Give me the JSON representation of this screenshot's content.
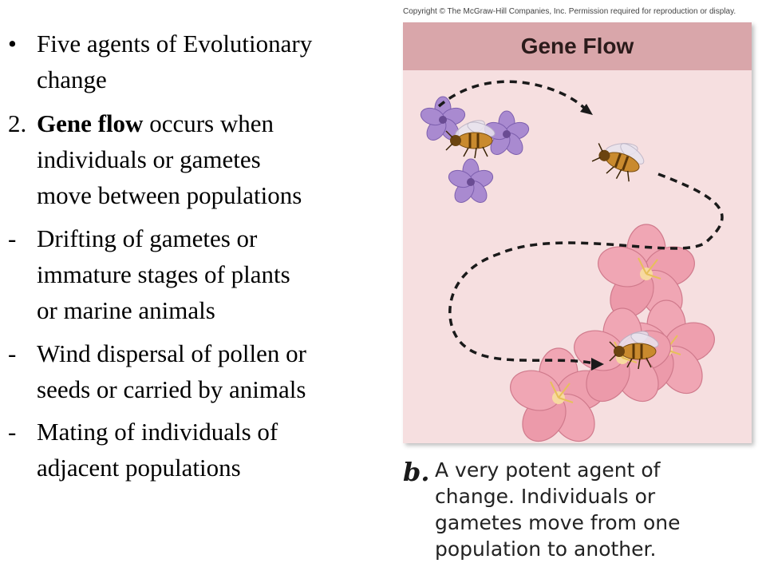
{
  "bullets": {
    "b1_marker": "•",
    "b1_line1": "Five agents of Evolutionary",
    "b1_line2": "change",
    "b2_marker": "2.",
    "b2_bold": "Gene flow",
    "b2_line1_rest": " occurs when",
    "b2_line2": "individuals or gametes",
    "b2_line3": "move between populations",
    "dash_marker": "-",
    "d1_line1": "Drifting of gametes or",
    "d1_line2": "immature stages of plants",
    "d1_line3": "or marine animals",
    "d2_line1": "Wind dispersal of pollen or",
    "d2_line2": "seeds or carried by animals",
    "d3_line1": "Mating of individuals of",
    "d3_line2": "adjacent populations"
  },
  "figure": {
    "copyright": "Copyright © The McGraw-Hill Companies, Inc. Permission required for reproduction or display.",
    "title": "Gene Flow",
    "caption_letter": "b.",
    "caption_lines": [
      "A very potent agent of",
      "change. Individuals or",
      "gametes move from one",
      "population to another."
    ],
    "colors": {
      "panel_bg": "#f6dfe0",
      "header_bg": "#d9a6aa",
      "purple_flower": "#a98ad0",
      "pink_flower": "#f0a6b4",
      "bee": "#c98a2e"
    }
  }
}
